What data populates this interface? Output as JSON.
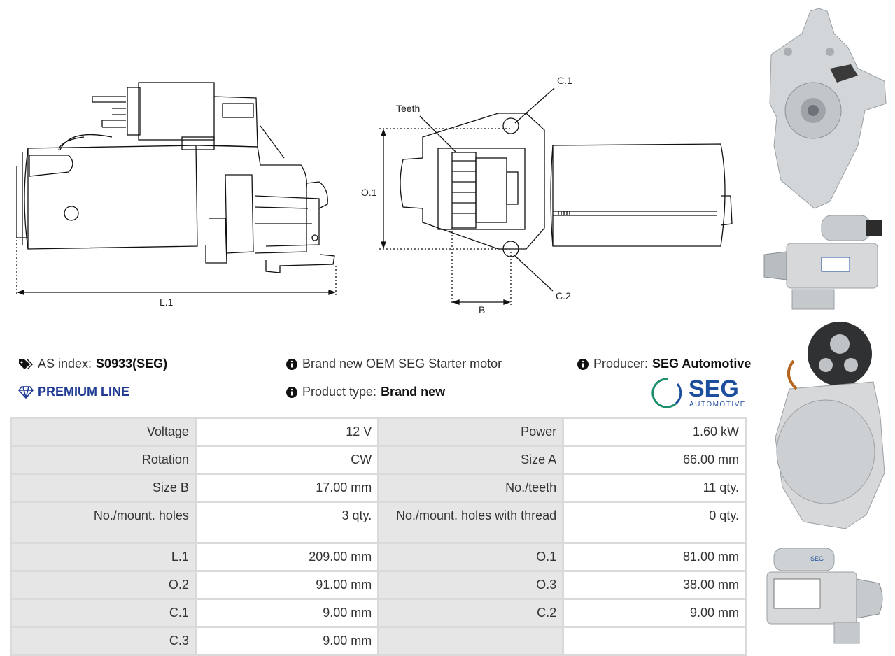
{
  "drawing": {
    "label_l1": "L.1",
    "label_o1": "O.1",
    "label_b": "B",
    "label_c1": "C.1",
    "label_c2": "C.2",
    "label_teeth": "Teeth"
  },
  "info": {
    "as_index_label": "AS index:",
    "as_index_value": "S0933(SEG)",
    "premium": "PREMIUM LINE",
    "description": "Brand new OEM SEG Starter motor",
    "product_type_label": "Product type:",
    "product_type_value": "Brand new",
    "producer_label": "Producer:",
    "producer_value": "SEG Automotive",
    "logo_text": "SEG",
    "logo_subtext": "AUTOMOTIVE"
  },
  "specs": [
    {
      "k1": "Voltage",
      "v1": "12 V",
      "k2": "Power",
      "v2": "1.60 kW"
    },
    {
      "k1": "Rotation",
      "v1": "CW",
      "k2": "Size A",
      "v2": "66.00 mm"
    },
    {
      "k1": "Size B",
      "v1": "17.00 mm",
      "k2": "No./teeth",
      "v2": "11 qty."
    },
    {
      "k1": "No./mount. holes",
      "v1": "3 qty.",
      "k2": "No./mount. holes with thread",
      "v2": "0 qty."
    },
    {
      "k1": "L.1",
      "v1": "209.00 mm",
      "k2": "O.1",
      "v2": "81.00 mm"
    },
    {
      "k1": "O.2",
      "v1": "91.00 mm",
      "k2": "O.3",
      "v2": "38.00 mm"
    },
    {
      "k1": "C.1",
      "v1": "9.00 mm",
      "k2": "C.2",
      "v2": "9.00 mm"
    },
    {
      "k1": "C.3",
      "v1": "9.00 mm",
      "k2": "",
      "v2": ""
    }
  ],
  "colors": {
    "accent": "#1f3a93",
    "logo_blue": "#1d4e9e",
    "logo_green": "#1a8f6e"
  }
}
